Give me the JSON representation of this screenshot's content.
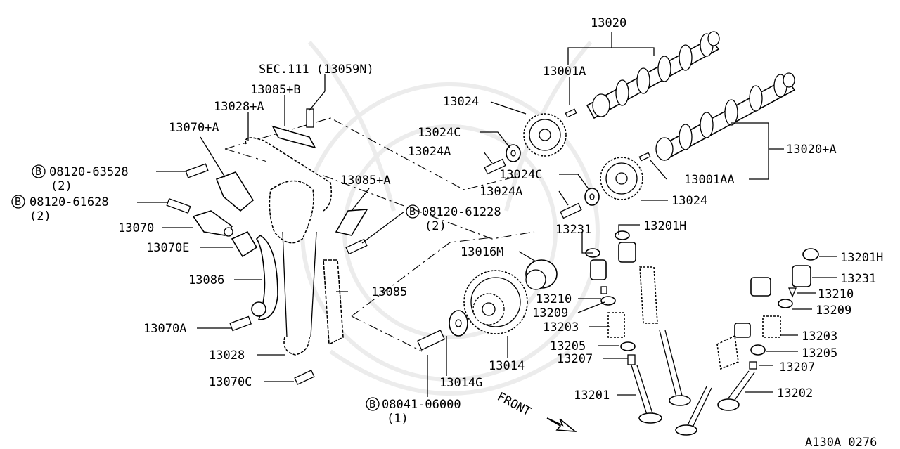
{
  "diagram_id": "A130A 0276",
  "front_label": "FRONT",
  "labels": {
    "p13020": "13020",
    "p13001A": "13001A",
    "p13020A": "13020+A",
    "p13001AA": "13001AA",
    "p13024_top": "13024",
    "p13024C_top": "13024C",
    "p13024A_top": "13024A",
    "p13024C_mid": "13024C",
    "p13024A_mid": "13024A",
    "p13024_right": "13024",
    "sec111": "SEC.111 (13059N)",
    "p13085B": "13085+B",
    "p13028A": "13028+A",
    "p13070A_top": "13070+A",
    "b08120_63528": "08120-63528",
    "qty_63528": "(2)",
    "b08120_61628": "08120-61628",
    "qty_61628": "(2)",
    "p13085A": "13085+A",
    "b08120_61228": "08120-61228",
    "qty_61228": "(2)",
    "p13070": "13070",
    "p13070E": "13070E",
    "p13086": "13086",
    "p13085": "13085",
    "p13070A_low": "13070A",
    "p13028": "13028",
    "p13070C": "13070C",
    "b08041_06000": "08041-06000",
    "qty_06000": "(1)",
    "p13014G": "13014G",
    "p13014": "13014",
    "p13016M": "13016M",
    "p13231_l": "13231",
    "p13201H_l": "13201H",
    "p13210_l": "13210",
    "p13209_l": "13209",
    "p13203_l": "13203",
    "p13205_l": "13205",
    "p13207_l": "13207",
    "p13201": "13201",
    "p13201H_r": "13201H",
    "p13231_r": "13231",
    "p13210_r": "13210",
    "p13209_r": "13209",
    "p13203_r": "13203",
    "p13205_r": "13205",
    "p13207_r": "13207",
    "p13202": "13202",
    "bolt_marker": "B"
  }
}
